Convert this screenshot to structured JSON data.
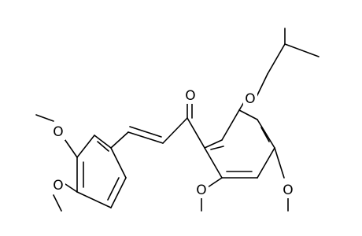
{
  "molecule": {
    "atom_labels": {
      "carbonyl_oxygen": "O",
      "ether_oxygen_isopentyl": "O",
      "methoxy_oxygen_meta": "O",
      "methoxy_oxygen_para": "O",
      "methoxy_oxygen_ortho": "O",
      "methoxy_oxygen_right": "O"
    }
  },
  "colors": {
    "bond": "#000000",
    "background": "#ffffff"
  }
}
